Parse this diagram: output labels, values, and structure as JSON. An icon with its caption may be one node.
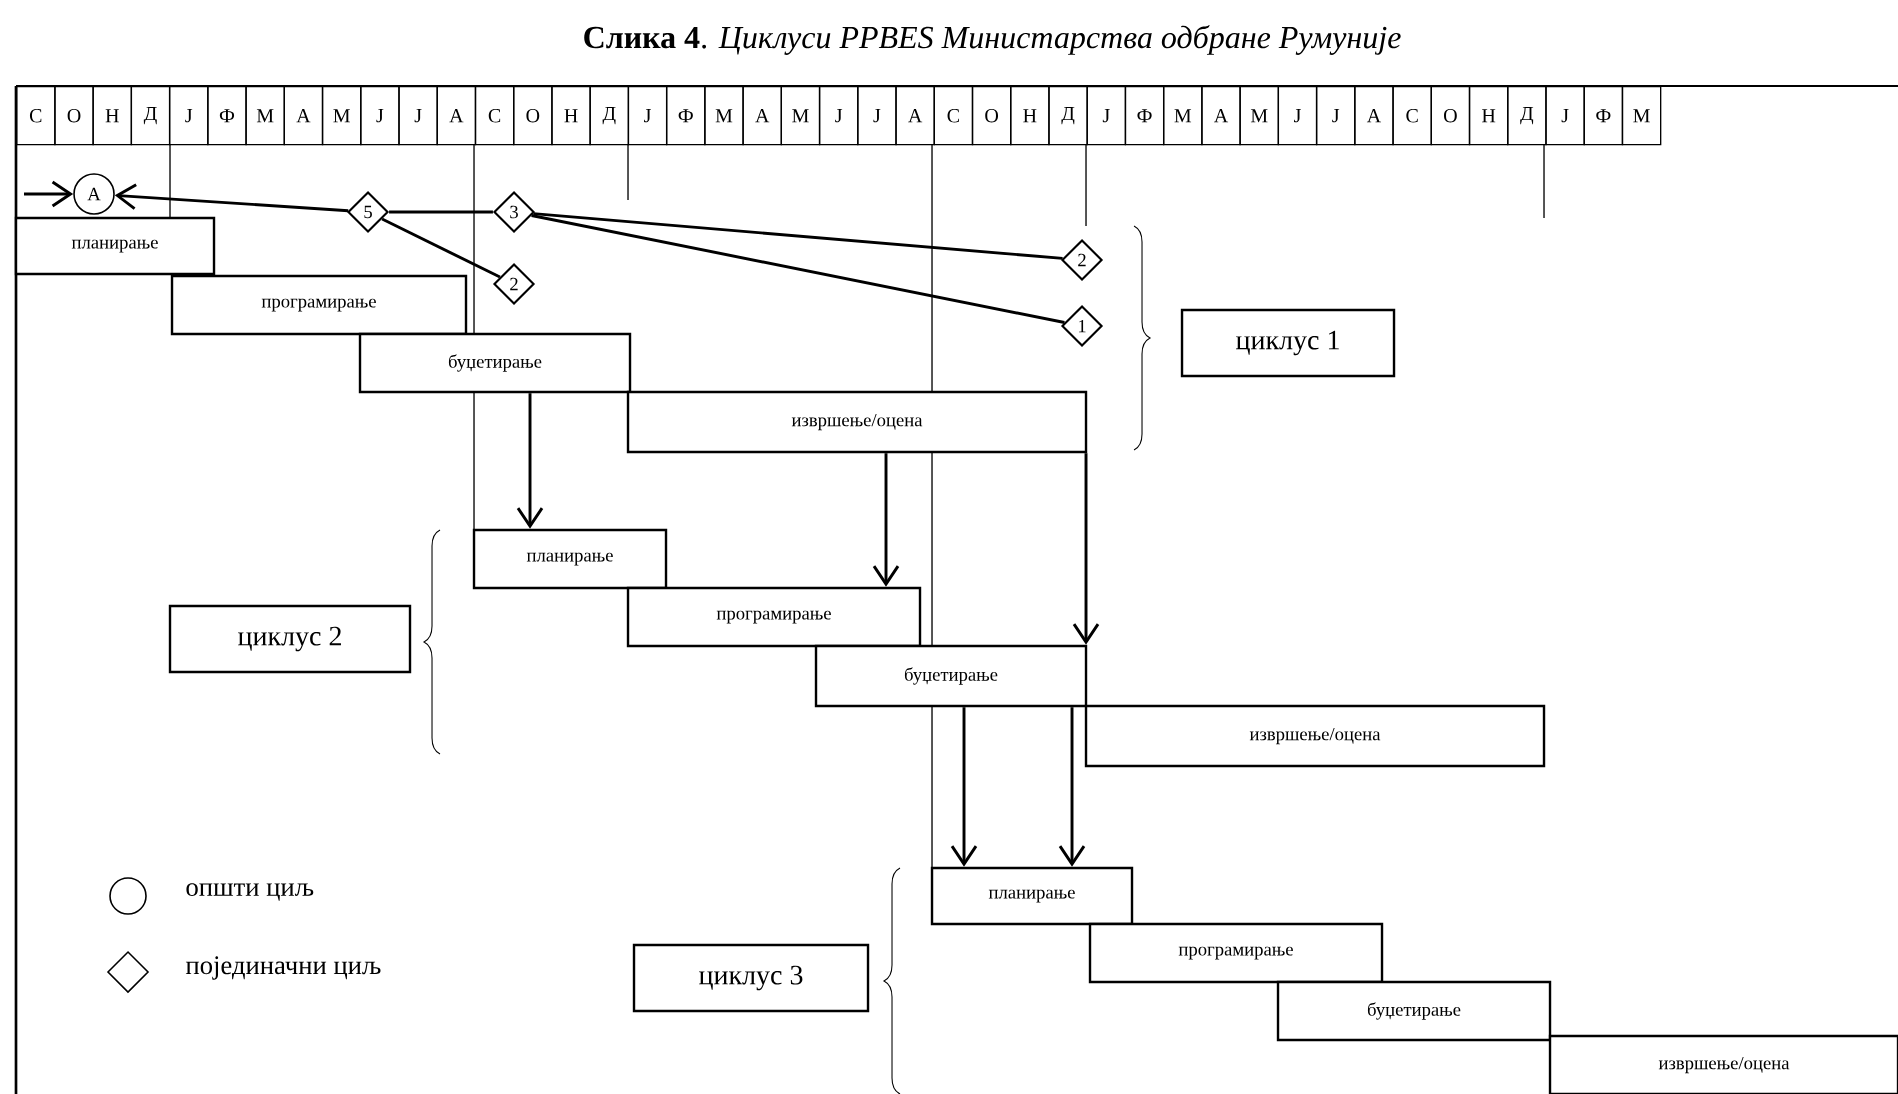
{
  "diagram": {
    "title": "**Слика 4**. *Циклуси PPBES Министарства одбране Румуније*",
    "nodes": [
      {
        "text": [
          "A"
        ]
      },
      {
        "text": [
          "5"
        ]
      },
      {
        "text": [
          "3"
        ]
      },
      {
        "text": [
          "2"
        ]
      },
      {
        "text": [
          "2"
        ]
      },
      {
        "text": [
          "1"
        ]
      },
      {
        "text": [
          "планирање"
        ]
      },
      {
        "text": [
          "програмирање"
        ]
      },
      {
        "text": [
          "буџетирање"
        ]
      },
      {
        "text": [
          "извршење/оцена"
        ]
      },
      {
        "text": [
          "циклус 1"
        ]
      },
      {
        "text": [
          "циклус 2"
        ]
      },
      {
        "text": [
          "планирање"
        ]
      },
      {
        "text": [
          "програмирање"
        ]
      },
      {
        "text": [
          "буџетирање"
        ]
      },
      {
        "text": [
          "извршење/оцена"
        ]
      },
      {
        "text": [
          "планирање"
        ]
      },
      {
        "text": [
          "програмирање"
        ]
      },
      {
        "text": [
          "буџетирање"
        ]
      },
      {
        "text": [
          "извршење/оцена"
        ]
      },
      {
        "text": [
          "циклус 3"
        ]
      }
    ],
    "edges": [
      {
        "from": 1,
        "to": 0,
        "arrow": "to"
      },
      {
        "from": null,
        "to": 0,
        "arrow": "to"
      },
      {
        "from": 2,
        "to": 1,
        "arrow": "none"
      },
      {
        "from": 1,
        "to": 3,
        "arrow": "none"
      },
      {
        "from": 2,
        "to": 4,
        "arrow": "none"
      },
      {
        "from": 2,
        "to": 5,
        "arrow": "none"
      },
      {
        "from": 8,
        "to": 12,
        "arrow": "to"
      },
      {
        "from": 9,
        "to": 13,
        "arrow": "to"
      },
      {
        "from": 9,
        "to": 14,
        "arrow": "to"
      },
      {
        "from": 14,
        "to": 16,
        "arrow": "to"
      },
      {
        "from": 14,
        "to": 16,
        "arrow": "to"
      }
    ],
    "labels": [
      "С",
      "О",
      "Н",
      "Д",
      "Ј",
      "Ф",
      "М",
      "А",
      "М",
      "Ј",
      "Ј",
      "А",
      "С",
      "О",
      "Н",
      "Д",
      "Ј",
      "Ф",
      "М",
      "А",
      "М",
      "Ј",
      "Ј",
      "А",
      "С",
      "О",
      "Н",
      "Д",
      "Ј",
      "Ф",
      "М",
      "А",
      "М",
      "Ј",
      "Ј",
      "А",
      "С",
      "О",
      "Н",
      "Д",
      "Ј",
      "Ф",
      "М"
    ],
    "legend": [
      {
        "text": "општи циљ"
      },
      {
        "text": "појединачни циљ"
      }
    ]
  }
}
